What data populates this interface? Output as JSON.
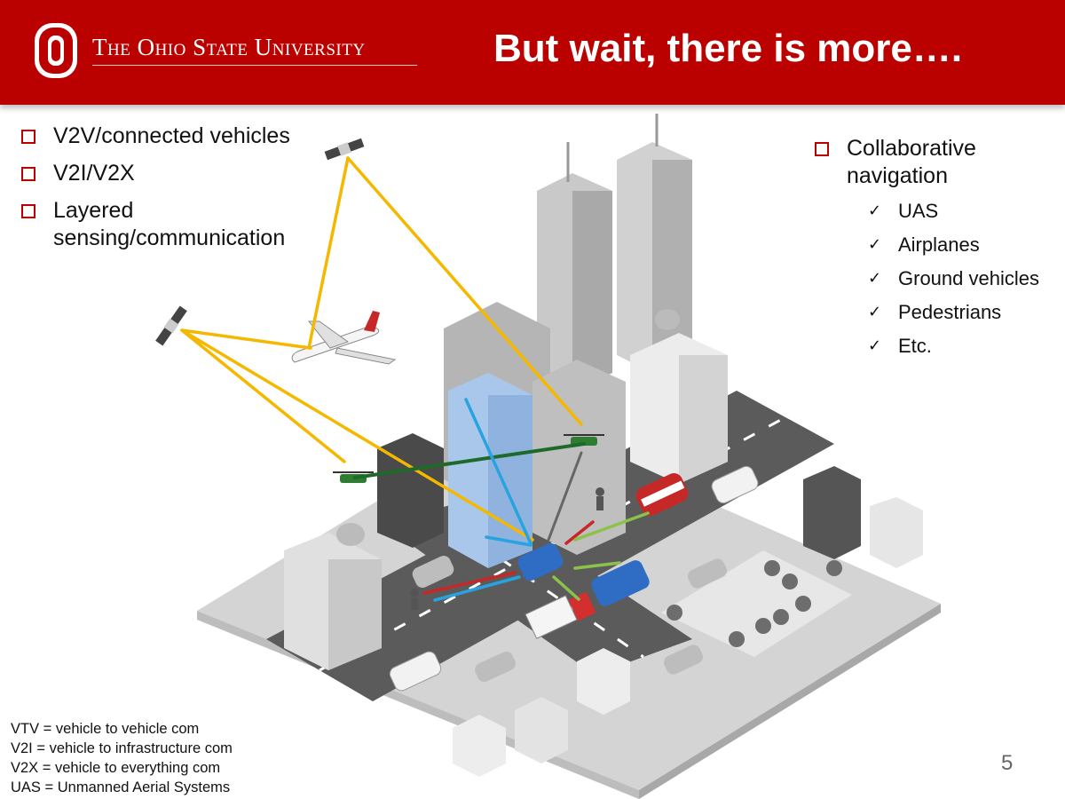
{
  "header": {
    "university": "The Ohio State University",
    "title": "But wait, there is more…."
  },
  "left_bullets": [
    {
      "text": "V2V/connected vehicles"
    },
    {
      "text": "V2I/V2X"
    },
    {
      "text": "Layered sensing/communication"
    }
  ],
  "right_bullets": {
    "heading": "Collaborative navigation",
    "items": [
      "UAS",
      "Airplanes",
      "Ground vehicles",
      "Pedestrians",
      "Etc."
    ]
  },
  "footnotes": [
    "VTV = vehicle to vehicle com",
    "V2I = vehicle to infrastructure com",
    "V2X = vehicle to everything com",
    "UAS = Unmanned Aerial Systems"
  ],
  "page_number": "5",
  "colors": {
    "brand_red": "#bb0000",
    "satellite_link": "#f5b800",
    "uas_link": "#1f6a2a",
    "v2v_link": "#8bc34a",
    "v2i_link": "#c62828",
    "v2x_link": "#29a3e0"
  }
}
